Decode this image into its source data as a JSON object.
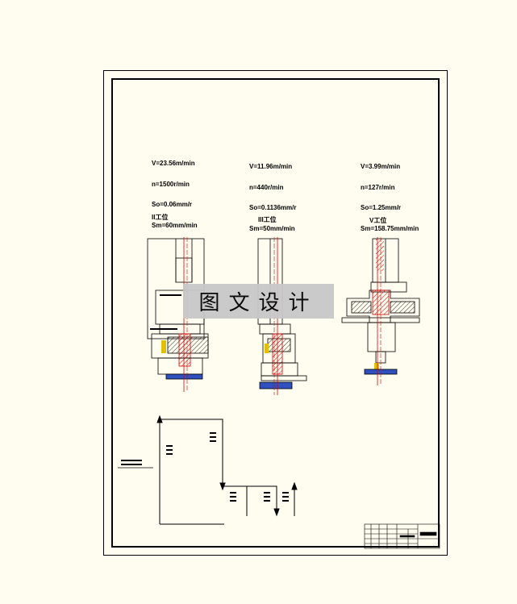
{
  "cutting_params": [
    {
      "v": "V=23.56m/min",
      "n": "n=1500r/min",
      "so": "So=0.06mm/r",
      "sm": "Sm=60mm/min"
    },
    {
      "v": "V=11.96m/min",
      "n": "n=440r/min",
      "so": "So=0.1136mm/r",
      "sm": "Sm=50mm/min"
    },
    {
      "v": "V=3.99m/min",
      "n": "n=127r/min",
      "so": "So=1.25mm/r",
      "sm": "Sm=158.75mm/min"
    }
  ],
  "stations": [
    "II工位",
    "III工位",
    "V工位"
  ],
  "watermark": "图文设计",
  "colors": {
    "background": "#fffdf0",
    "centerline": "#e00000",
    "hatch": "#d00000",
    "blue_part": "#3050c0",
    "yellow_part": "#e0c000"
  }
}
